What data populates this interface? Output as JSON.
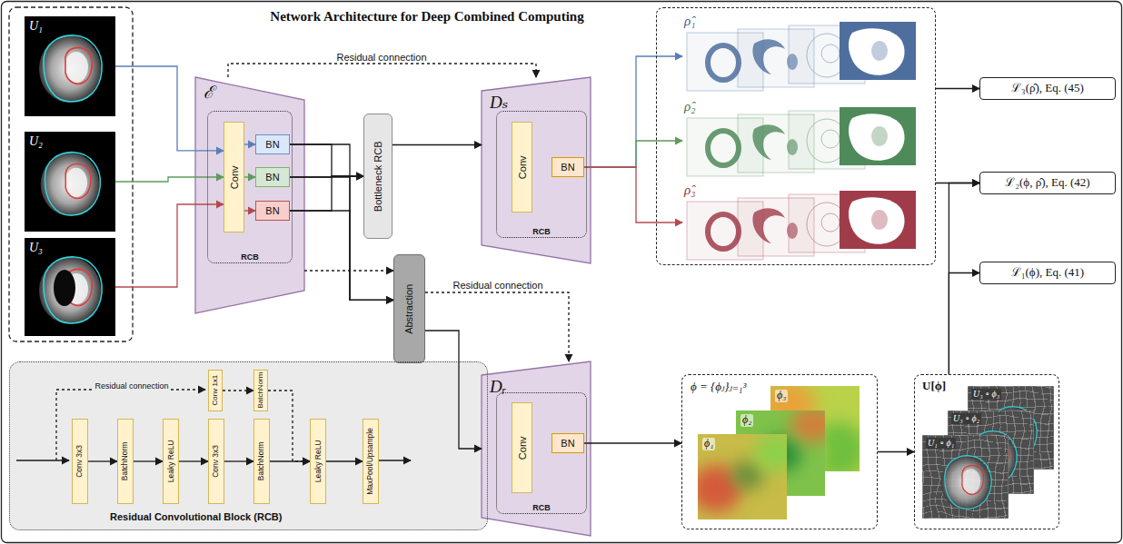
{
  "diagram": {
    "title": "Network Architecture for Deep Combined Computing",
    "nodes": [
      {
        "text": [
          "U₁"
        ]
      },
      {
        "text": [
          "U₂"
        ]
      },
      {
        "text": [
          "U₃"
        ]
      },
      {
        "text": [
          "ℰ"
        ]
      },
      {
        "text": [
          "RCB"
        ],
        "in": 3
      },
      {
        "text": [
          "Conv"
        ],
        "in": 4
      },
      {
        "text": [
          "BN"
        ],
        "in": 4
      },
      {
        "text": [
          "BN"
        ],
        "in": 4
      },
      {
        "text": [
          "BN"
        ],
        "in": 4
      },
      {
        "text": [
          "Bottleneck RCB"
        ]
      },
      {
        "text": [
          "Abstraction"
        ]
      },
      {
        "text": [
          "Dₛ"
        ]
      },
      {
        "text": [
          "RCB"
        ],
        "in": 11
      },
      {
        "text": [
          "Conv"
        ],
        "in": 12
      },
      {
        "text": [
          "BN"
        ],
        "in": 12
      },
      {
        "text": [
          "Dᵣ"
        ]
      },
      {
        "text": [
          "RCB"
        ],
        "in": 15
      },
      {
        "text": [
          "Conv"
        ],
        "in": 16
      },
      {
        "text": [
          "BN"
        ],
        "in": 16
      },
      {
        "text": []
      },
      {
        "text": [
          "ρ̂₁"
        ],
        "in": 19
      },
      {
        "text": [
          "ρ̂₂"
        ],
        "in": 19
      },
      {
        "text": [
          "ρ̂₃"
        ],
        "in": 19
      },
      {
        "text": [
          "ℒ₃(ρ̂), Eq. (45)"
        ]
      },
      {
        "text": [
          "ℒ₂(ϕ, ρ̂), Eq. (42)"
        ]
      },
      {
        "text": [
          "ℒ₁(ϕ), Eq. (41)"
        ]
      },
      {
        "text": [
          "ϕ = {ϕⱼ}ⱼ₌₁³"
        ]
      },
      {
        "text": [
          "ϕ₁"
        ],
        "in": 26
      },
      {
        "text": [
          "ϕ₂"
        ],
        "in": 26
      },
      {
        "text": [
          "ϕ₃"
        ],
        "in": 26
      },
      {
        "text": [
          "U[ϕ]"
        ]
      },
      {
        "text": [
          "U₁ ∘ ϕ₁"
        ],
        "in": 30
      },
      {
        "text": [
          "U₃ ∘ ϕ₂"
        ],
        "in": 30
      },
      {
        "text": [
          "U₃ ∘ ϕ₃"
        ],
        "in": 30
      },
      {
        "text": [
          "Residual Convolutional Block (RCB)"
        ]
      },
      {
        "text": [
          "Conv 3x3"
        ],
        "in": 34
      },
      {
        "text": [
          "BatchNorm"
        ],
        "in": 34
      },
      {
        "text": [
          "Leaky ReLU"
        ],
        "in": 34
      },
      {
        "text": [
          "Conv 3x3"
        ],
        "in": 34
      },
      {
        "text": [
          "BatchNorm"
        ],
        "in": 34
      },
      {
        "text": [
          "Leaky ReLU"
        ],
        "in": 34
      },
      {
        "text": [
          "MaxPool/Upsample"
        ],
        "in": 34
      },
      {
        "text": [
          "Conv 1x1"
        ],
        "in": 34
      },
      {
        "text": [
          "BatchNorm"
        ],
        "in": 34
      }
    ],
    "edges": [
      {
        "from": 0,
        "to": 5,
        "arrow": "to"
      },
      {
        "from": 1,
        "to": 5,
        "arrow": "to"
      },
      {
        "from": 2,
        "to": 5,
        "arrow": "to"
      },
      {
        "from": 5,
        "to": 6,
        "arrow": "to"
      },
      {
        "from": 5,
        "to": 7,
        "arrow": "to"
      },
      {
        "from": 5,
        "to": 8,
        "arrow": "to"
      },
      {
        "from": 6,
        "to": 9,
        "arrow": "to"
      },
      {
        "from": 7,
        "to": 9,
        "arrow": "to"
      },
      {
        "from": 8,
        "to": 9,
        "arrow": "to"
      },
      {
        "from": 6,
        "to": 10,
        "arrow": "to"
      },
      {
        "from": 7,
        "to": 10,
        "arrow": "to"
      },
      {
        "from": 8,
        "to": 10,
        "arrow": "to"
      },
      {
        "from": 3,
        "to": 11,
        "label": "Residual connection",
        "arrow": "to"
      },
      {
        "from": 3,
        "to": 10,
        "arrow": "to"
      },
      {
        "from": 10,
        "to": 15,
        "label": "Residual connection",
        "arrow": "to"
      },
      {
        "from": 9,
        "to": 11,
        "arrow": "to"
      },
      {
        "from": 10,
        "to": 15,
        "arrow": "to"
      },
      {
        "from": 14,
        "to": 20,
        "arrow": "to"
      },
      {
        "from": 14,
        "to": 21,
        "arrow": "to"
      },
      {
        "from": 14,
        "to": 22,
        "arrow": "to"
      },
      {
        "from": 18,
        "to": 26,
        "arrow": "to"
      },
      {
        "from": 26,
        "to": 30,
        "arrow": "to"
      },
      {
        "from": 19,
        "to": 23,
        "arrow": "to"
      },
      {
        "from": 19,
        "to": 24,
        "arrow": "to"
      },
      {
        "from": 30,
        "to": 24,
        "arrow": "to"
      },
      {
        "from": 30,
        "to": 25,
        "arrow": "to"
      },
      {
        "from": 35,
        "to": 36,
        "arrow": "to"
      },
      {
        "from": 36,
        "to": 37,
        "arrow": "to"
      },
      {
        "from": 37,
        "to": 38,
        "arrow": "to"
      },
      {
        "from": 38,
        "to": 39,
        "arrow": "to"
      },
      {
        "from": 39,
        "to": 40,
        "arrow": "to"
      },
      {
        "from": 40,
        "to": 41,
        "arrow": "to"
      },
      {
        "from": 42,
        "to": 43,
        "arrow": "to"
      },
      {
        "from": 43,
        "to": 40,
        "arrow": "to"
      }
    ],
    "labels": [
      "Residual connection"
    ]
  }
}
